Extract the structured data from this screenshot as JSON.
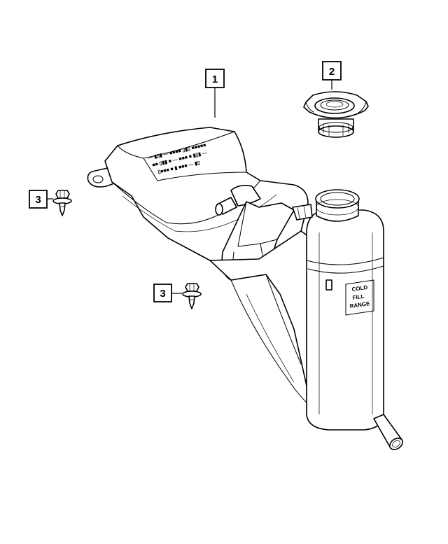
{
  "callouts": [
    {
      "id": "1",
      "label": "1"
    },
    {
      "id": "2",
      "label": "2"
    },
    {
      "id": "3a",
      "label": "3"
    },
    {
      "id": "3b",
      "label": "3"
    }
  ],
  "tank_marking": {
    "line1": "COLD",
    "line2": "FILL",
    "line3": "RANGE"
  }
}
